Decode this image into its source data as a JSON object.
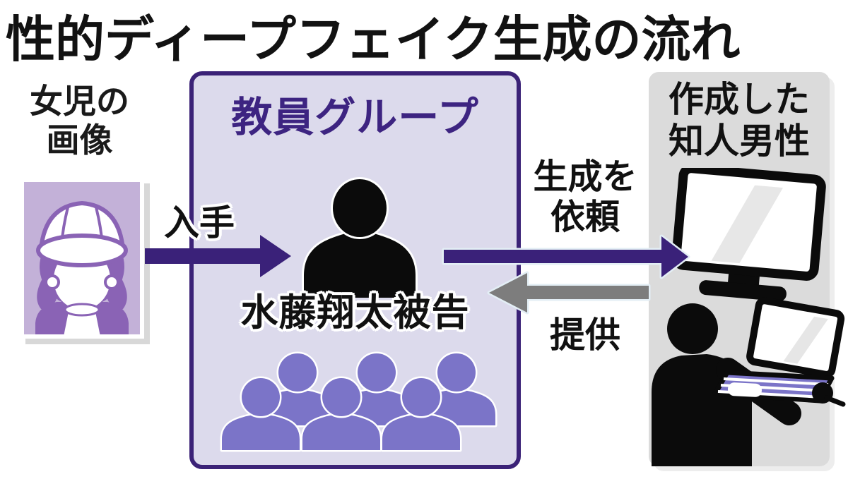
{
  "title": "性的ディープフェイク生成の流れ",
  "source": {
    "label_line1": "女児の",
    "label_line2": "画像",
    "icon": "girl-photo-icon"
  },
  "flow": {
    "obtain_label": "入手",
    "request_label_line1": "生成を",
    "request_label_line2": "依頼",
    "provide_label": "提供"
  },
  "teacher_group": {
    "title": "教員グループ",
    "defendant_label": "水藤翔太被告",
    "icons": [
      "person-bust-icon",
      "people-group-icon"
    ]
  },
  "creator": {
    "label_line1": "作成した",
    "label_line2": "知人男性",
    "icons": [
      "desktop-monitor-icon",
      "man-holding-laptop-icon"
    ]
  },
  "colors": {
    "accent_purple": "#3a2179",
    "group_box_fill": "#dcdaec",
    "group_border_purple": "#3b2277",
    "group_title_purple": "#3d2481",
    "group_people_purple": "#7b74c8",
    "girl_purple": "#8a63b5",
    "girl_photo_bg": "#c3b1d8",
    "panel_gray": "#dbdbdb",
    "provide_arrow_gray": "#7d7d7d",
    "arrow_glow": "#e3eef5",
    "ink_black": "#111111"
  }
}
